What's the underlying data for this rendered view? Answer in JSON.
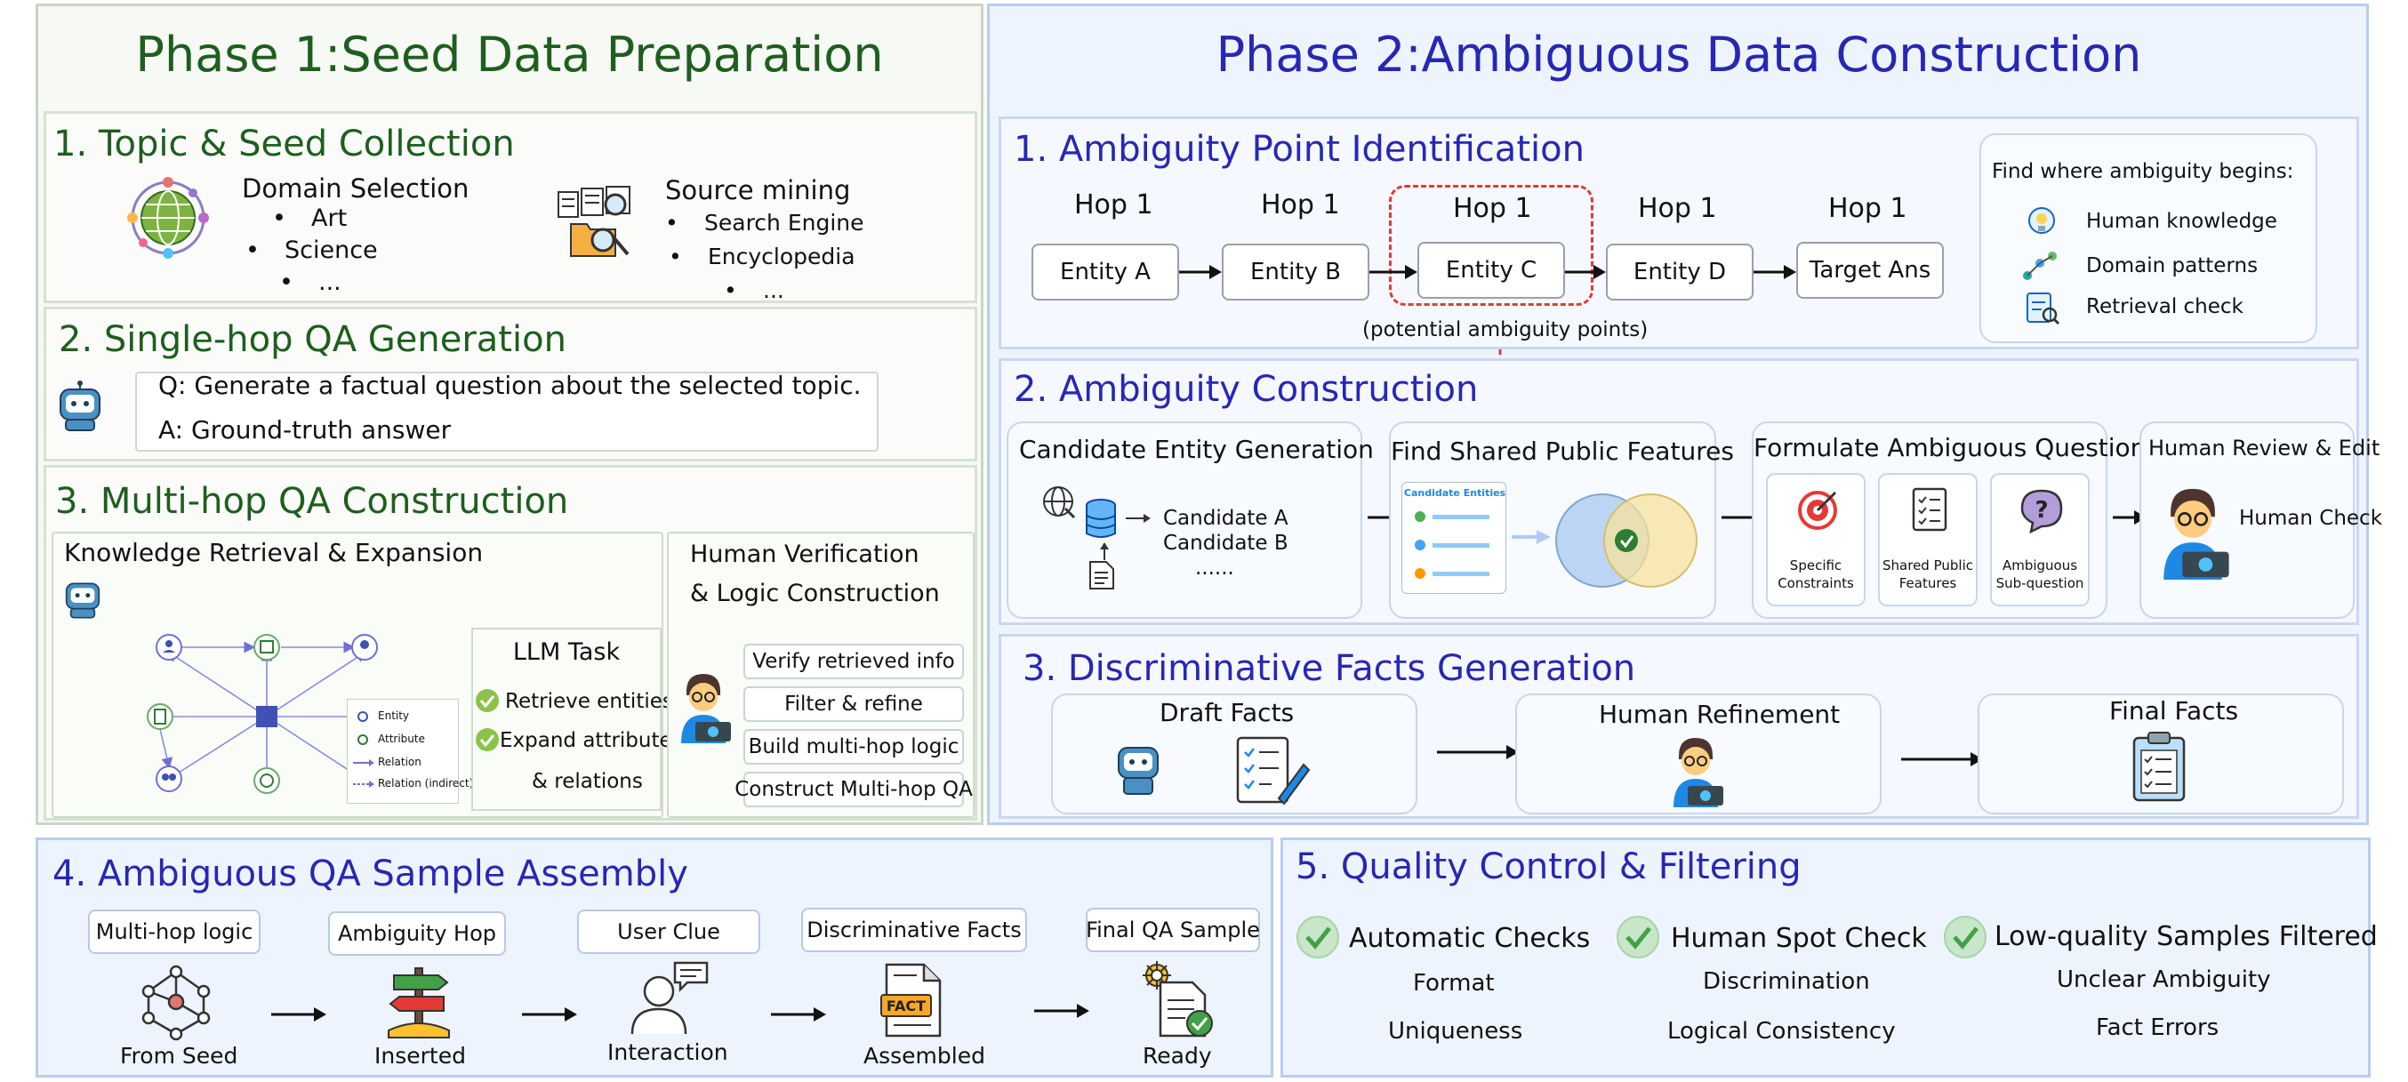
{
  "phase1": {
    "title": "Phase 1:Seed Data Preparation",
    "s1": {
      "title": "1. Topic & Seed Collection",
      "domain_heading": "Domain Selection",
      "domain_items": [
        "Art",
        "Science",
        "..."
      ],
      "source_heading": "Source mining",
      "source_items": [
        "Search Engine",
        "Encyclopedia",
        "..."
      ]
    },
    "s2": {
      "title": "2. Single-hop QA Generation",
      "q": "Q: Generate a factual question about the selected topic.",
      "a": "A: Ground-truth answer"
    },
    "s3": {
      "title": "3. Multi-hop QA Construction",
      "kre_title": "Knowledge Retrieval & Expansion",
      "legend": [
        "Entity",
        "Attribute",
        "Relation",
        "Relation (indirect)"
      ],
      "llm_task": "LLM Task",
      "llm_items": [
        "Retrieve entities",
        "Expand attributes",
        "& relations"
      ],
      "hv_title_1": "Human Verification",
      "hv_title_2": "& Logic Construction",
      "hv_steps": [
        "Verify retrieved info",
        "Filter & refine",
        "Build multi-hop logic",
        "Construct Multi-hop QA"
      ]
    }
  },
  "phase2": {
    "title": "Phase 2:Ambiguous Data Construction",
    "s1": {
      "title": "1. Ambiguity Point Identification",
      "hops": [
        "Hop 1",
        "Hop 1",
        "Hop 1",
        "Hop 1",
        "Hop 1"
      ],
      "entities": [
        "Entity A",
        "Entity B",
        "Entity C",
        "Entity D",
        "Target Ans"
      ],
      "potential": "(potential ambiguity points)",
      "find_title": "Find where ambiguity begins:",
      "find_items": [
        "Human knowledge",
        "Domain patterns",
        "Retrieval check"
      ]
    },
    "s2": {
      "title": "2. Ambiguity  Construction",
      "cand_title": "Candidate Entity Generation",
      "cand_items": [
        "Candidate A",
        "Candidate B",
        "......"
      ],
      "shared_title": "Find Shared Public Features",
      "shared_card_label": "Candidate Entities",
      "formulate_title": "Formulate Ambiguous Question",
      "formulate_items": [
        [
          "Specific",
          "Constraints"
        ],
        [
          "Shared Public",
          "Features"
        ],
        [
          "Ambiguous",
          "Sub-question"
        ]
      ],
      "review_title": "Human Review & Edit",
      "review_label": "Human Check"
    },
    "s3": {
      "title": "3.   Discriminative Facts Generation",
      "draft": "Draft Facts",
      "refine": "Human Refinement",
      "final": "Final Facts"
    }
  },
  "s4": {
    "title": "4.   Ambiguous QA Sample Assembly",
    "steps": [
      {
        "top": "Multi-hop logic",
        "bottom": "From Seed"
      },
      {
        "top": "Ambiguity Hop",
        "bottom": "Inserted"
      },
      {
        "top": "User Clue",
        "bottom": "Interaction"
      },
      {
        "top": "Discriminative Facts",
        "bottom": "Assembled"
      },
      {
        "top": "Final QA Sample",
        "bottom": "Ready"
      }
    ],
    "fact_badge": "FACT"
  },
  "s5": {
    "title": "5. Quality Control & Filtering",
    "cols": [
      {
        "head": "Automatic Checks",
        "items": [
          "Format",
          "Uniqueness"
        ]
      },
      {
        "head": "Human Spot Check",
        "items": [
          "Discrimination",
          "Logical Consistency"
        ]
      },
      {
        "head": "Low-quality Samples Filtered",
        "items": [
          "Unclear Ambiguity",
          "Fact Errors"
        ]
      }
    ]
  },
  "colors": {
    "green_title": "#1e5e1e",
    "blue_title": "#2727b5",
    "highlight_red": "#e53935",
    "check_green": "#43a047"
  }
}
